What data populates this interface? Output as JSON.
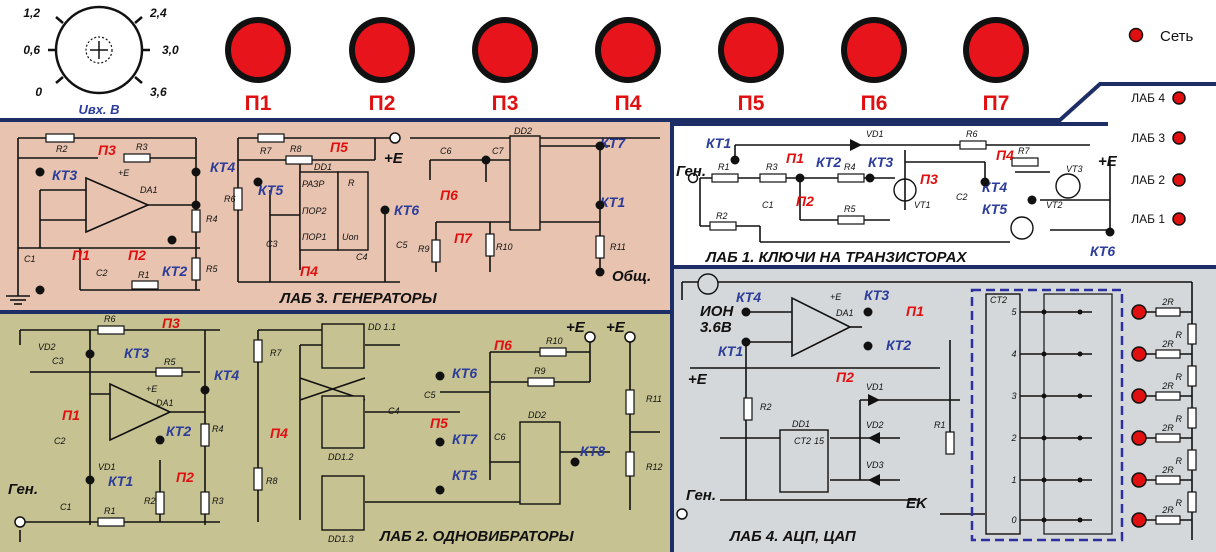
{
  "dial": {
    "ticks": [
      "1,2",
      "2,4",
      "0,6",
      "3,0",
      "0",
      "3,6"
    ],
    "label": "Uвх. В"
  },
  "buttons": [
    "П1",
    "П2",
    "П3",
    "П4",
    "П5",
    "П6",
    "П7"
  ],
  "indicators": {
    "power": "Сеть",
    "labs": [
      "ЛАБ 4",
      "ЛАБ 3",
      "ЛАБ 2",
      "ЛАБ 1"
    ]
  },
  "panels": {
    "lab3": {
      "title": "ЛАБ 3. ГЕНЕРАТОРЫ",
      "kt": [
        "КТ3",
        "КТ4",
        "КТ2",
        "КТ5",
        "КТ6",
        "КТ7",
        "КТ1"
      ],
      "p": [
        "П3",
        "П1",
        "П2",
        "П5",
        "П4",
        "П6",
        "П7"
      ],
      "components": [
        "R2",
        "R3",
        "DA1",
        "+E",
        "R4",
        "R5",
        "C1",
        "C2",
        "R1",
        "R7",
        "R8",
        "DD1",
        "R6",
        "C3",
        "C4",
        "C5",
        "C6",
        "C7",
        "DD2",
        "R9",
        "R10",
        "R11"
      ],
      "pins": [
        "РАЗР",
        "ПОР2",
        "ПОР1",
        "R",
        "Uon"
      ],
      "ground_label": "Общ."
    },
    "lab1": {
      "title": "ЛАБ 1. КЛЮЧИ НА ТРАНЗИСТОРАХ",
      "kt": [
        "КТ1",
        "КТ2",
        "КТ3",
        "КТ4",
        "КТ5",
        "КТ6"
      ],
      "p": [
        "П1",
        "П2",
        "П3",
        "П4"
      ],
      "components": [
        "Ген.",
        "R1",
        "R2",
        "R3",
        "R4",
        "R5",
        "R6",
        "R7",
        "C1",
        "C2",
        "VD1",
        "VT1",
        "VT2",
        "VT3",
        "+E"
      ]
    },
    "lab2": {
      "title": "ЛАБ 2. ОДНОВИБРАТОРЫ",
      "kt": [
        "КТ3",
        "КТ4",
        "КТ2",
        "КТ1",
        "КТ6",
        "КТ7",
        "КТ5",
        "КТ8"
      ],
      "p": [
        "П3",
        "П1",
        "П2",
        "П4",
        "П5",
        "П6"
      ],
      "components": [
        "VD2",
        "R6",
        "C3",
        "R5",
        "DA1",
        "+E",
        "R4",
        "C2",
        "VD1",
        "R2",
        "R3",
        "Ген.",
        "C1",
        "R1",
        "R7",
        "DD 1.1",
        "DD1.2",
        "DD1.3",
        "C4",
        "C5",
        "R8",
        "R10",
        "R9",
        "C6",
        "DD2",
        "R11",
        "R12"
      ]
    },
    "lab4": {
      "title": "ЛАБ 4. АЦП, ЦАП",
      "kt": [
        "КТ4",
        "КТ3",
        "КТ1",
        "КТ2"
      ],
      "p": [
        "П1",
        "П2"
      ],
      "components": [
        "ИОН",
        "3.6В",
        "DA1",
        "+E",
        "R2",
        "DD1",
        "CT2",
        "15",
        "VD1",
        "VD2",
        "VD3",
        "R1",
        "EK",
        "Ген.",
        "2R",
        "R"
      ],
      "counter_bits": [
        "5",
        "4",
        "3",
        "2",
        "1",
        "0"
      ]
    }
  }
}
